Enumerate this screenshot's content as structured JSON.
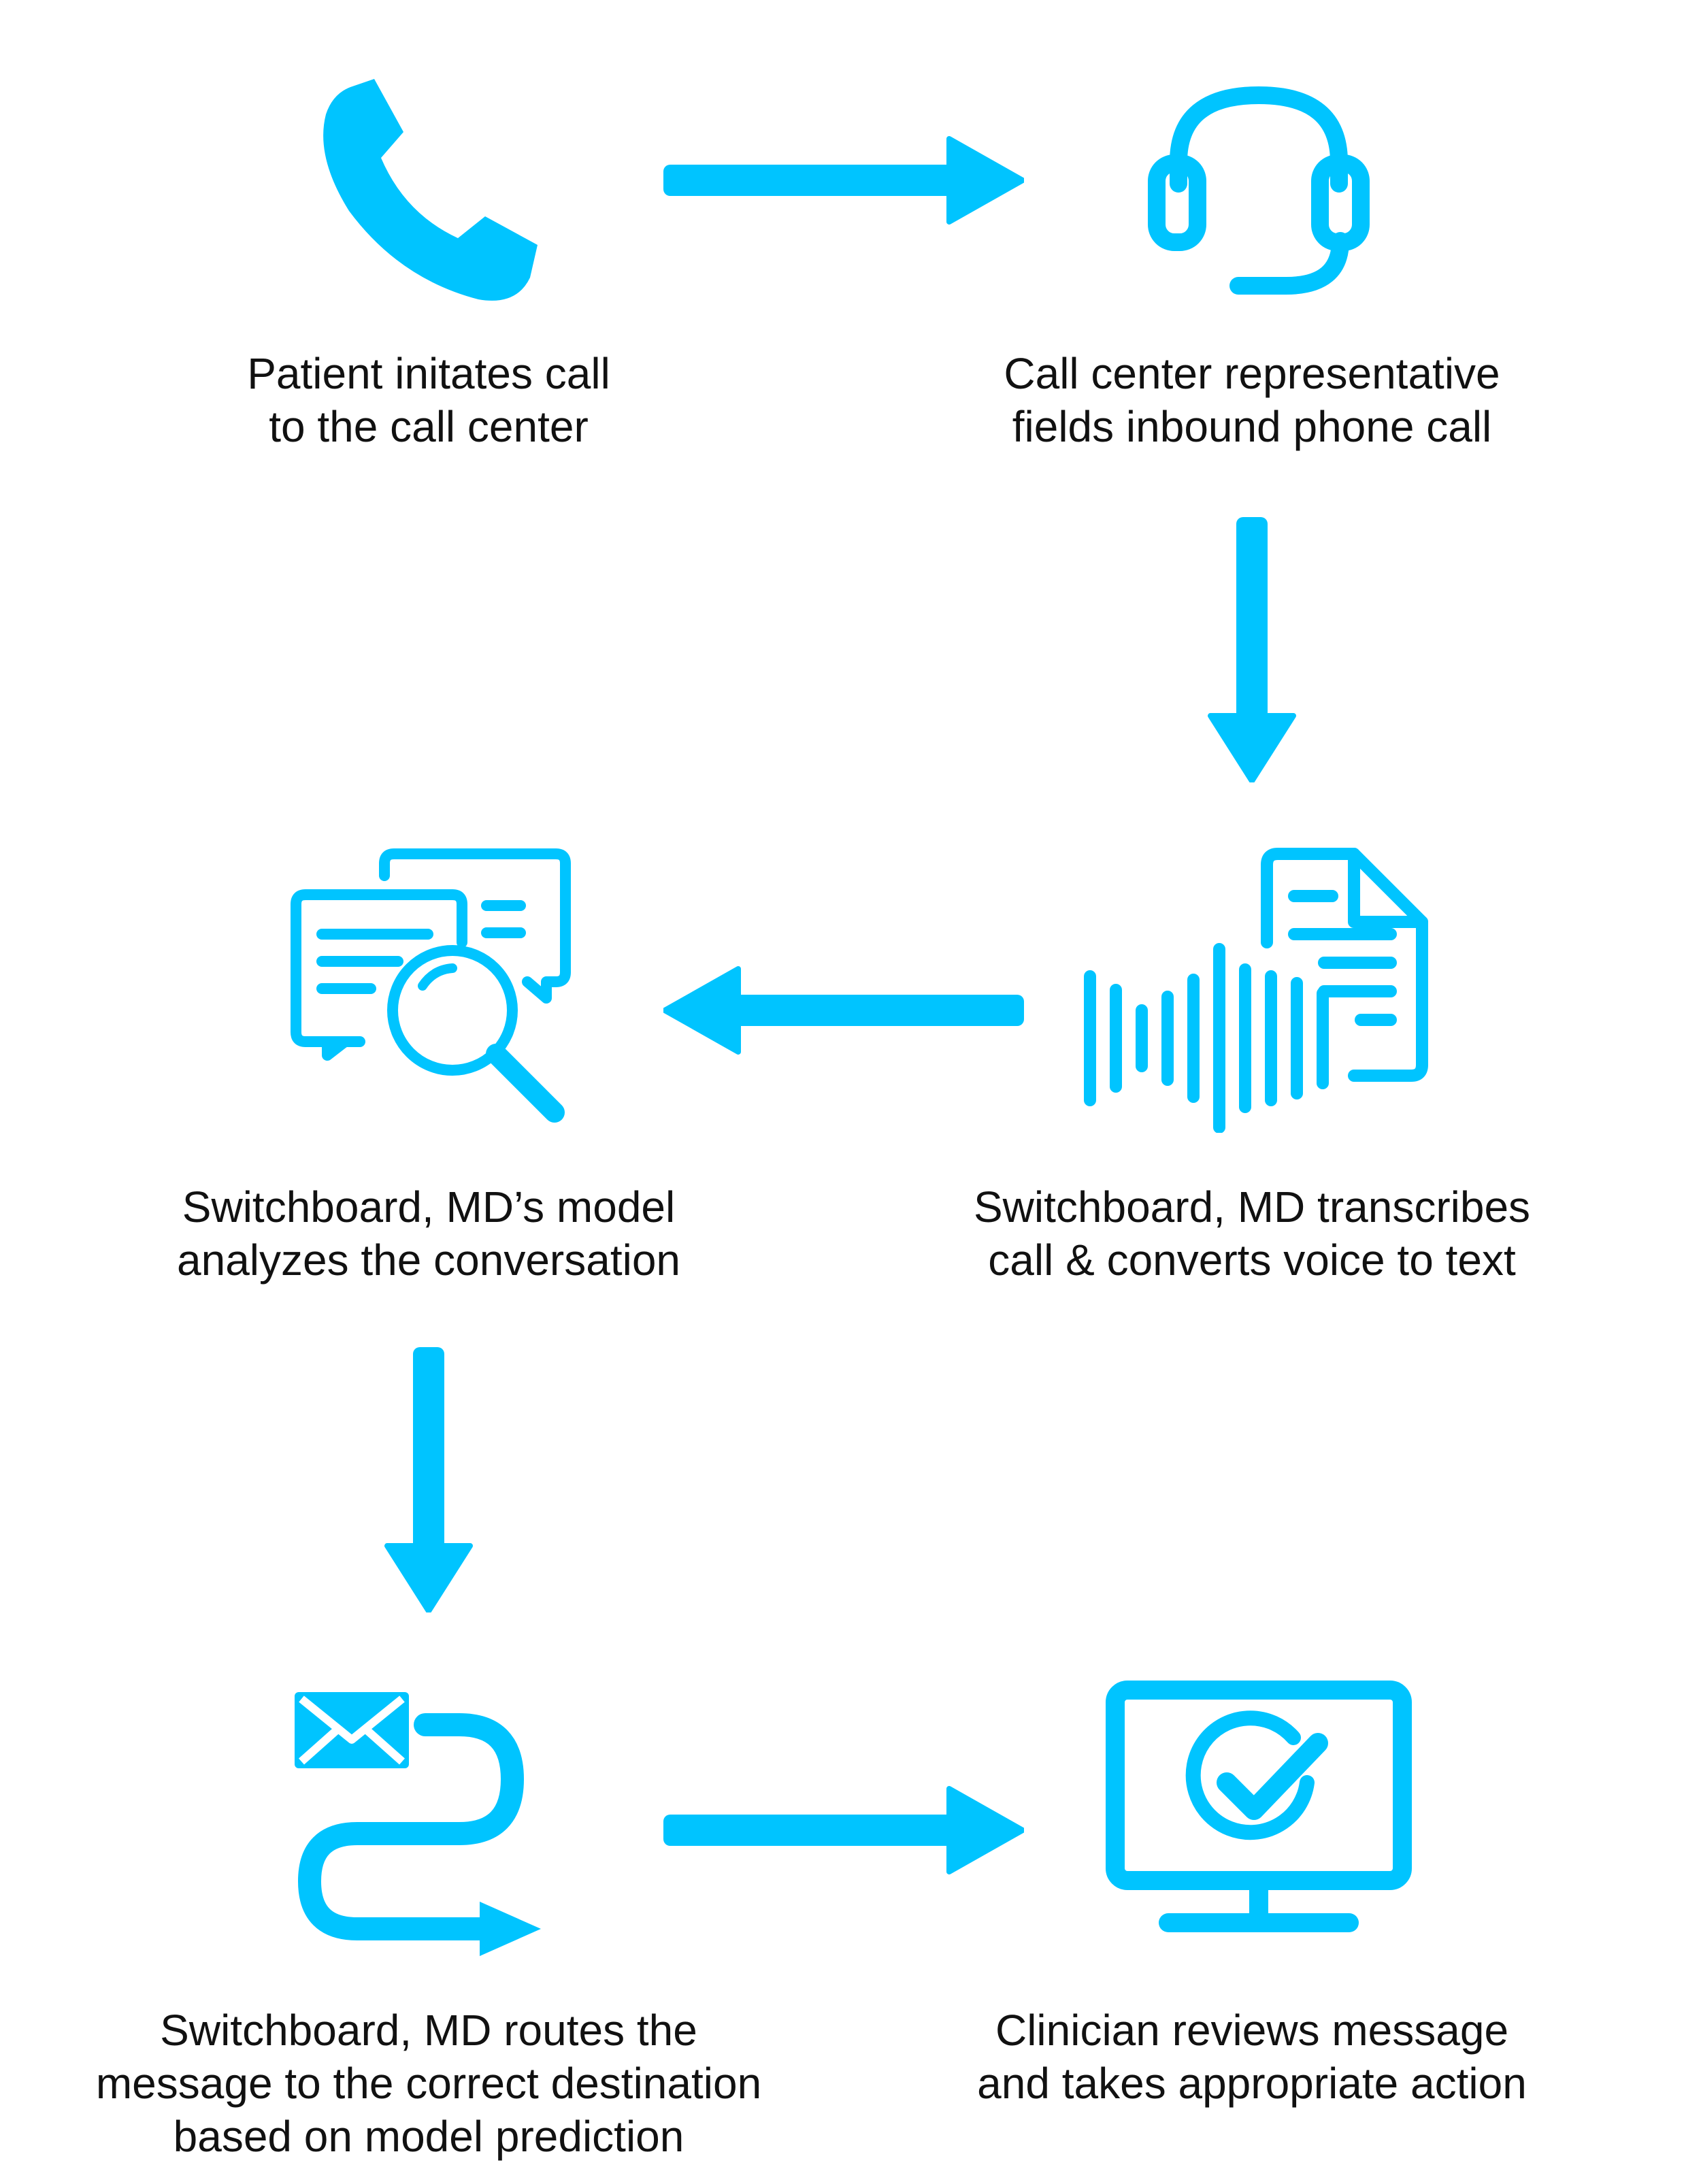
{
  "accent_color": "#00C4FF",
  "text_color": "#111111",
  "steps": [
    {
      "icon": "phone-icon",
      "lines": [
        "Patient initates call",
        "to the call center"
      ]
    },
    {
      "icon": "headset-icon",
      "lines": [
        "Call center representative",
        "fields inbound phone call"
      ]
    },
    {
      "icon": "audio-transcript-icon",
      "lines": [
        "Switchboard, MD transcribes",
        "call & converts voice to text"
      ]
    },
    {
      "icon": "chat-analysis-icon",
      "lines": [
        "Switchboard, MD’s model",
        "analyzes the conversation"
      ]
    },
    {
      "icon": "message-routing-icon",
      "lines": [
        "Switchboard, MD routes the",
        "message to the correct destination",
        "based on model prediction"
      ]
    },
    {
      "icon": "monitor-check-icon",
      "lines": [
        "Clinician reviews message",
        "and takes appropriate action"
      ]
    }
  ]
}
